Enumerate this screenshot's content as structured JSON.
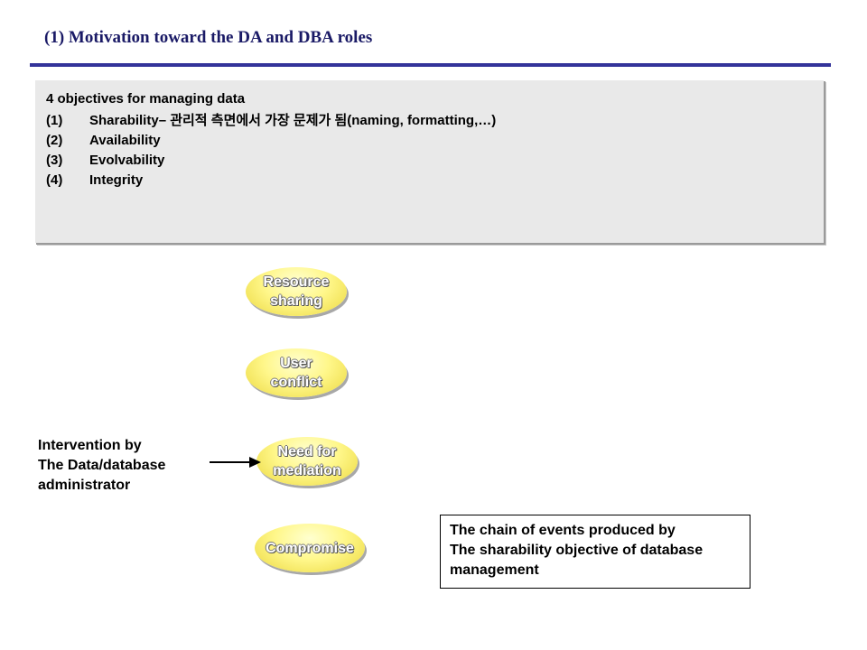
{
  "slide": {
    "title": "(1) Motivation toward the DA and DBA roles"
  },
  "objectives": {
    "heading": "4 objectives for managing data",
    "items": [
      {
        "number": "(1)",
        "text": "Sharability– 관리적 측면에서 가장 문제가 됨(naming, formatting,…)"
      },
      {
        "number": "(2)",
        "text": "Availability"
      },
      {
        "number": "(3)",
        "text": "Evolvability"
      },
      {
        "number": "(4)",
        "text": "Integrity"
      }
    ]
  },
  "flow": {
    "steps": [
      {
        "label": "Resource\nsharing"
      },
      {
        "label": "User\nconflict"
      },
      {
        "label": "Need for\nmediation"
      },
      {
        "label": "Compromise"
      }
    ]
  },
  "intervention": {
    "text": "Intervention by\nThe Data/database\nadministrator"
  },
  "chain_note": {
    "text": "The chain of events produced by\nThe sharability objective of database\nmanagement"
  },
  "colors": {
    "title": "#1a1a66",
    "rule": "#33339a",
    "box_fill": "#e9e9e9",
    "ellipse_fill": "#fff78a"
  }
}
